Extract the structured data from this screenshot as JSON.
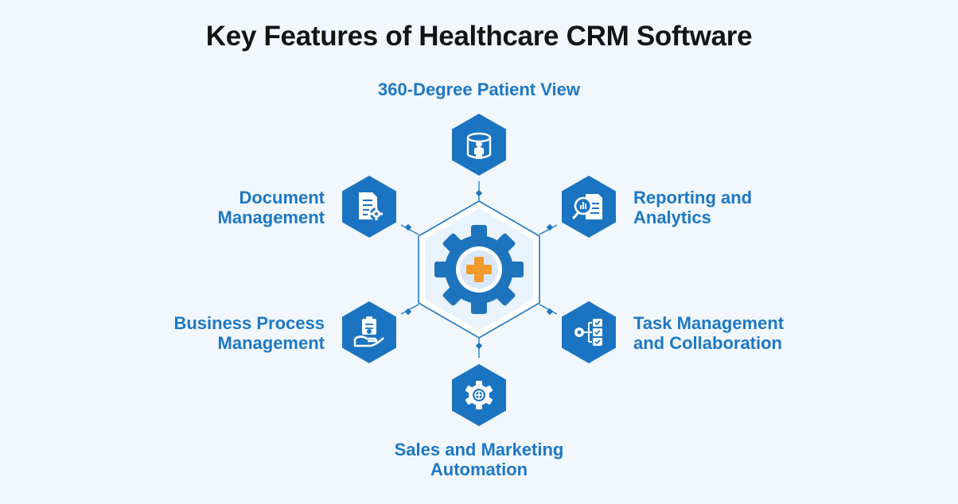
{
  "title": "Key Features of Healthcare CRM Software",
  "colors": {
    "background": "#f1f7fd",
    "accent": "#1d78c3",
    "hex_fill": "#1b74c1",
    "gear": "#1e73bd",
    "center_cross": "#f39a2b",
    "title": "#141414"
  },
  "center": {
    "icon": "medical-gear-icon"
  },
  "features": [
    {
      "id": "patient-view",
      "lines": [
        "360-Degree Patient View"
      ],
      "icon": "patient-profile-icon"
    },
    {
      "id": "reporting",
      "lines": [
        "Reporting and",
        "Analytics"
      ],
      "icon": "analytics-report-icon"
    },
    {
      "id": "task",
      "lines": [
        "Task Management",
        "and Collaboration"
      ],
      "icon": "task-checklist-icon"
    },
    {
      "id": "sales",
      "lines": [
        "Sales and Marketing",
        "Automation"
      ],
      "icon": "automation-gear-icon"
    },
    {
      "id": "business",
      "lines": [
        "Business Process",
        "Management"
      ],
      "icon": "hand-process-icon"
    },
    {
      "id": "document",
      "lines": [
        "Document",
        "Management"
      ],
      "icon": "document-settings-icon"
    }
  ]
}
